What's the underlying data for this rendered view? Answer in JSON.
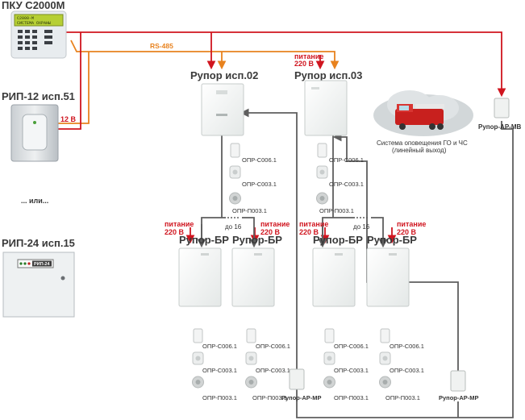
{
  "devices": {
    "pku": "ПКУ С2000М",
    "rip12": "РИП-12 исп.51",
    "or": "... или...",
    "rip24": "РИП-24 исп.15",
    "rip24_badge": "РИП-24",
    "rupor02": "Рупор исп.02",
    "rupor03": "Рупор исп.03",
    "rupor_br": "Рупор-БР",
    "rupor_mv": "Рупор-АР-МВ",
    "rupor_mr": "Рупор-АР-МР",
    "lcd_line1": "С2000-М",
    "lcd_line2": "СИСТЕМА ОХРАНЫ"
  },
  "wires": {
    "rs485": "RS-485",
    "v12": "12 В",
    "power_line1": "питание",
    "power_line2": "220 В",
    "upto16": "до 16"
  },
  "modules": {
    "c006": "ОПР-С006.1",
    "c003": "ОПР-С003.1",
    "p003": "ОПР-П003.1"
  },
  "alert_system": {
    "line1": "Система оповещения ГО и ЧС",
    "line2": "(линейный выход)"
  },
  "colors": {
    "power": "#d0151f",
    "rs485": "#e8821e",
    "signal": "#5e5e5e"
  }
}
